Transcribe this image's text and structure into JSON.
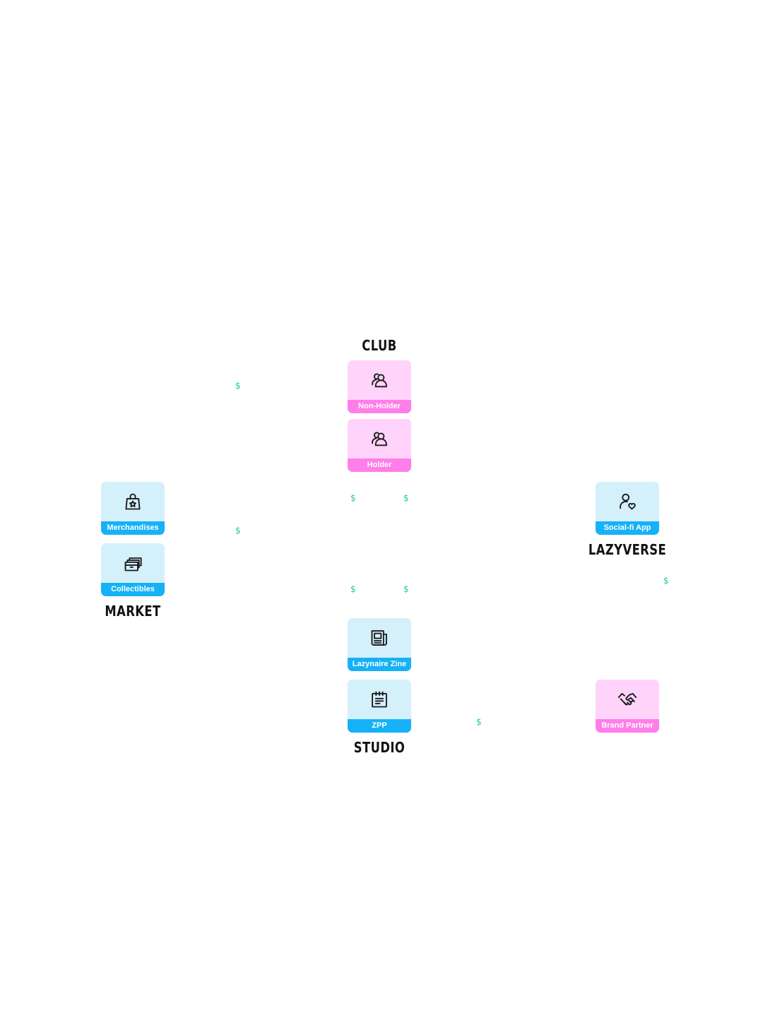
{
  "sections": {
    "club": "CLUB",
    "market": "MARKET",
    "lazyverse": "LAZYVERSE",
    "studio": "STUDIO"
  },
  "cards": {
    "non_holder": {
      "label": "Non-Holder",
      "icon": "users-icon"
    },
    "holder": {
      "label": "Holder",
      "icon": "users-icon"
    },
    "merchandises": {
      "label": "Merchandises",
      "icon": "shopping-bag-star-icon"
    },
    "collectibles": {
      "label": "Collectibles",
      "icon": "collectibles-box-icon"
    },
    "social_fi_app": {
      "label": "Social-fi App",
      "icon": "user-heart-icon"
    },
    "lazynaire_zine": {
      "label": "Lazynaire Zine",
      "icon": "newspaper-icon"
    },
    "zpp": {
      "label": "ZPP",
      "icon": "clipboard-list-icon"
    },
    "brand_partner": {
      "label": "Brand Partner",
      "icon": "handshake-icon"
    }
  },
  "flow_symbol": "$",
  "colors": {
    "blue_card_bg": "#d4f0fb",
    "blue_label_bg": "#16b1f6",
    "pink_card_bg": "#ffd3fa",
    "pink_label_bg": "#ff7ee9",
    "dollar": "#1dd17e",
    "title": "#111111"
  }
}
